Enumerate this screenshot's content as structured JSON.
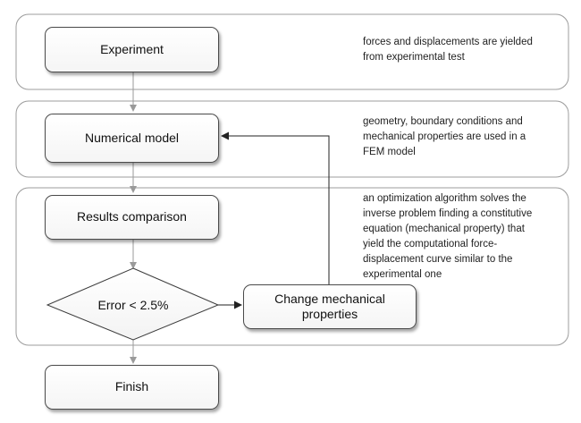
{
  "steps": {
    "experiment": "Experiment",
    "numerical_model": "Numerical model",
    "results_comparison": "Results comparison",
    "decision": "Error < 2.5%",
    "change_line1": "Change mechanical",
    "change_line2": "properties",
    "finish": "Finish"
  },
  "notes": {
    "experiment": [
      "forces and displacements are yielded",
      "from experimental test"
    ],
    "numerical_model": [
      "geometry, boundary conditions and",
      "mechanical properties are used in a",
      "FEM model"
    ],
    "optimization": [
      "an optimization algorithm solves the",
      "inverse problem finding a constitutive",
      "equation (mechanical property) that",
      "yield the computational force-",
      "displacement curve similar to the",
      "experimental one"
    ]
  }
}
